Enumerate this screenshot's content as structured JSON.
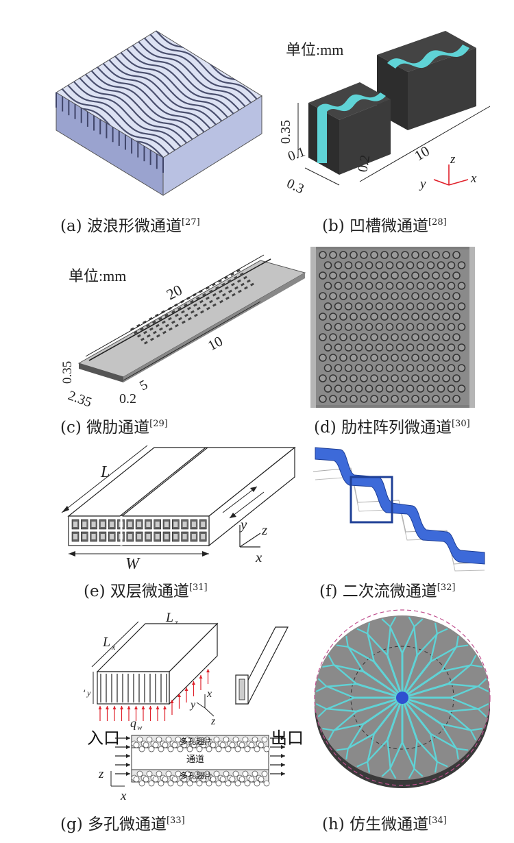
{
  "panels": {
    "a": {
      "caption": "(a) 波浪形微通道",
      "ref": "[27]"
    },
    "b": {
      "caption": "(b) 凹槽微通道",
      "ref": "[28]",
      "unit": "单位:mm",
      "dims": {
        "h": "0.35",
        "a": "0.1",
        "b": "0.2",
        "c": "0.3",
        "len": "10"
      },
      "axes": {
        "z": "z",
        "x": "x",
        "y": "y"
      }
    },
    "c": {
      "caption": "(c) 微肋通道",
      "ref": "[29]",
      "unit": "单位:mm",
      "dims": {
        "len": "20",
        "mid": "10",
        "short": "5",
        "h": "0.35",
        "w": "2.35",
        "t": "0.2"
      }
    },
    "d": {
      "caption": "(d) 肋柱阵列微通道",
      "ref": "[30]"
    },
    "e": {
      "caption": "(e) 双层微通道",
      "ref": "[31]",
      "labels": {
        "L": "L",
        "W": "W",
        "y": "y",
        "z": "z",
        "x": "x"
      }
    },
    "f": {
      "caption": "(f) 二次流微通道",
      "ref": "[32]"
    },
    "g": {
      "caption": "(g) 多孔微通道",
      "ref": "[33]",
      "labels": {
        "Lz": "L",
        "Lz_sub": "z",
        "Lx": "L",
        "Lx_sub": "x",
        "Ly": "L",
        "Ly_sub": "y",
        "qw": "q",
        "qw_sub": "w",
        "ax_x": "x",
        "ax_y": "y",
        "ax_z": "z",
        "inlet": "入口",
        "outlet": "出口",
        "porous_top": "多孔翅片",
        "channel": "通道",
        "porous_bottom": "多孔翅片",
        "z2": "z",
        "x2": "x"
      }
    },
    "h": {
      "caption": "(h) 仿生微通道",
      "ref": "[34]"
    }
  },
  "colors": {
    "cyan": "#5fd3d6",
    "blue": "#2f63c9",
    "dark": "#333333",
    "red": "#e0202a",
    "magenta": "#c0508f",
    "steel": "#aab4dc"
  }
}
